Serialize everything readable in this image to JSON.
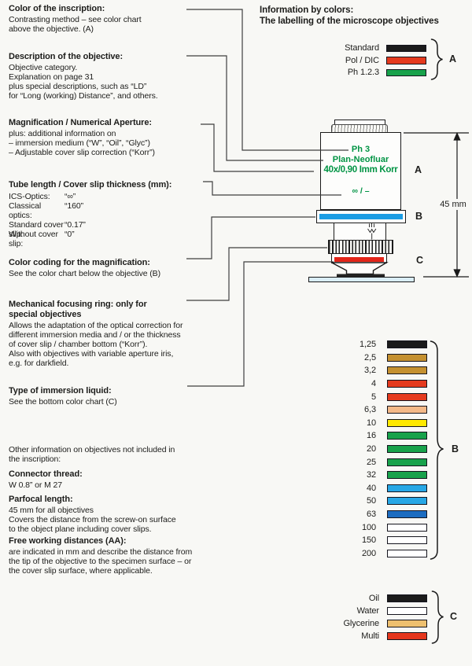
{
  "header": {
    "line1": "Information by colors:",
    "line2": "The labelling of the microscope objectives"
  },
  "left_blocks": [
    {
      "heading": "Color of the inscription:",
      "body": "Contrasting method – see color chart\nabove the objective. (A)"
    },
    {
      "heading": "Description of the objective:",
      "body": "Objective category.\nExplanation on page 31\nplus special descriptions, such as “LD”\nfor “Long (working) Distance”, and others."
    },
    {
      "heading": "Magnification / Numerical Aperture:",
      "body": "plus: additional information on\n– immersion medium (“W”, “Oil”, “Glyc”)\n– Adjustable cover slip correction (“Korr”)"
    },
    {
      "heading": "Tube length / Cover slip thickness (mm):",
      "body": ""
    },
    {
      "heading": "Color coding for the magnification:",
      "body": "See the color chart below the objective (B)"
    },
    {
      "heading": "Mechanical focusing ring: only for\nspecial objectives",
      "body": "Allows the adaptation of the optical correction for\ndifferent immersion media and / or the thickness\nof cover slip / chamber bottom (“Korr”).\nAlso with objectives with variable aperture iris,\ne.g. for darkfield."
    },
    {
      "heading": "Type of immersion liquid:",
      "body": "See the bottom color chart (C)"
    },
    {
      "heading": "",
      "body": "Other information on objectives not included in\nthe inscription:"
    },
    {
      "heading": "Connector thread:",
      "body": "W 0.8” or M 27"
    },
    {
      "heading": "Parfocal length:",
      "body": "45 mm for all objectives\nCovers the distance from the screw-on surface\nto the object plane including cover slips."
    },
    {
      "heading": "Free working distances (AA):",
      "body": "are indicated in mm and describe the distance from\nthe tip of the objective to the specimen surface – or\nthe cover slip surface, where applicable."
    }
  ],
  "tube_table": {
    "rows": [
      {
        "label": "ICS-Optics:",
        "value": "“∞”"
      },
      {
        "label": "Classical optics:",
        "value": "“160”"
      },
      {
        "label": "",
        "value": ""
      },
      {
        "label": "Standard cover slip:",
        "value": "“0.17”"
      },
      {
        "label": "Without cover slip:",
        "value": "“0”"
      }
    ]
  },
  "objective": {
    "inscription": {
      "contrast": "Ph 3",
      "category": "Plan-Neofluar",
      "magnification": "40x/0,90 Imm Korr",
      "tube": "∞ / –"
    },
    "dimension_label": "45 mm",
    "side_labels": {
      "a": "A",
      "b": "B",
      "c": "C"
    },
    "colors": {
      "inscription_green": "#009444",
      "magnification_band_blue": "#1b9de4",
      "immersion_band_red": "#e2251a"
    }
  },
  "chart_a": {
    "brace_label": "A",
    "rows": [
      {
        "name": "Standard",
        "color": "#1b1b1b"
      },
      {
        "name": "Pol / DIC",
        "color": "#e53a1e"
      },
      {
        "name": "Ph 1.2.3",
        "color": "#18a24b"
      }
    ]
  },
  "chart_b": {
    "brace_label": "B",
    "rows": [
      {
        "name": "1,25",
        "color": "#1b1b1b"
      },
      {
        "name": "2,5",
        "color": "#c59130",
        "texture": true
      },
      {
        "name": "3,2",
        "color": "#c59130",
        "texture": true
      },
      {
        "name": "4",
        "color": "#e53a1e"
      },
      {
        "name": "5",
        "color": "#e53a1e"
      },
      {
        "name": "6,3",
        "color": "#f4b988",
        "texture": true
      },
      {
        "name": "10",
        "color": "#ffe900"
      },
      {
        "name": "16",
        "color": "#18a24b"
      },
      {
        "name": "20",
        "color": "#18a24b"
      },
      {
        "name": "25",
        "color": "#18a24b"
      },
      {
        "name": "32",
        "color": "#18a24b"
      },
      {
        "name": "40",
        "color": "#27a7e5"
      },
      {
        "name": "50",
        "color": "#27a7e5"
      },
      {
        "name": "63",
        "color": "#1c6cc0",
        "texture": true
      },
      {
        "name": "100",
        "color": "#ffffff"
      },
      {
        "name": "150",
        "color": "#ffffff"
      },
      {
        "name": "200",
        "color": "#ffffff"
      }
    ]
  },
  "chart_c": {
    "brace_label": "C",
    "rows": [
      {
        "name": "Oil",
        "color": "#1b1b1b"
      },
      {
        "name": "Water",
        "color": "#ffffff"
      },
      {
        "name": "Glycerine",
        "color": "#eec06f",
        "texture": true
      },
      {
        "name": "Multi",
        "color": "#e5361c"
      }
    ]
  }
}
